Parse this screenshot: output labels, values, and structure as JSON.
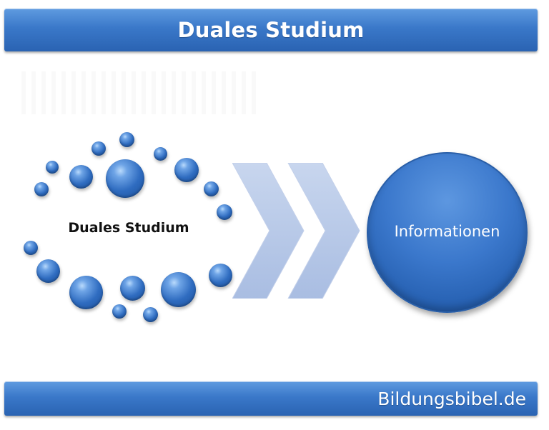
{
  "header": {
    "title": "Duales Studium"
  },
  "diagram": {
    "source_label": "Duales Studium",
    "target_label": "Informationen"
  },
  "footer": {
    "site": "Bildungsbibel.de"
  },
  "colors": {
    "banner": "#3a78c9",
    "bubble": "#2f6cc0",
    "chevron": "#b7c7e6",
    "target_circle": "#3b78cc"
  },
  "icons": [
    "bubble-ring",
    "chevron-right-icon",
    "chevron-right-icon"
  ]
}
